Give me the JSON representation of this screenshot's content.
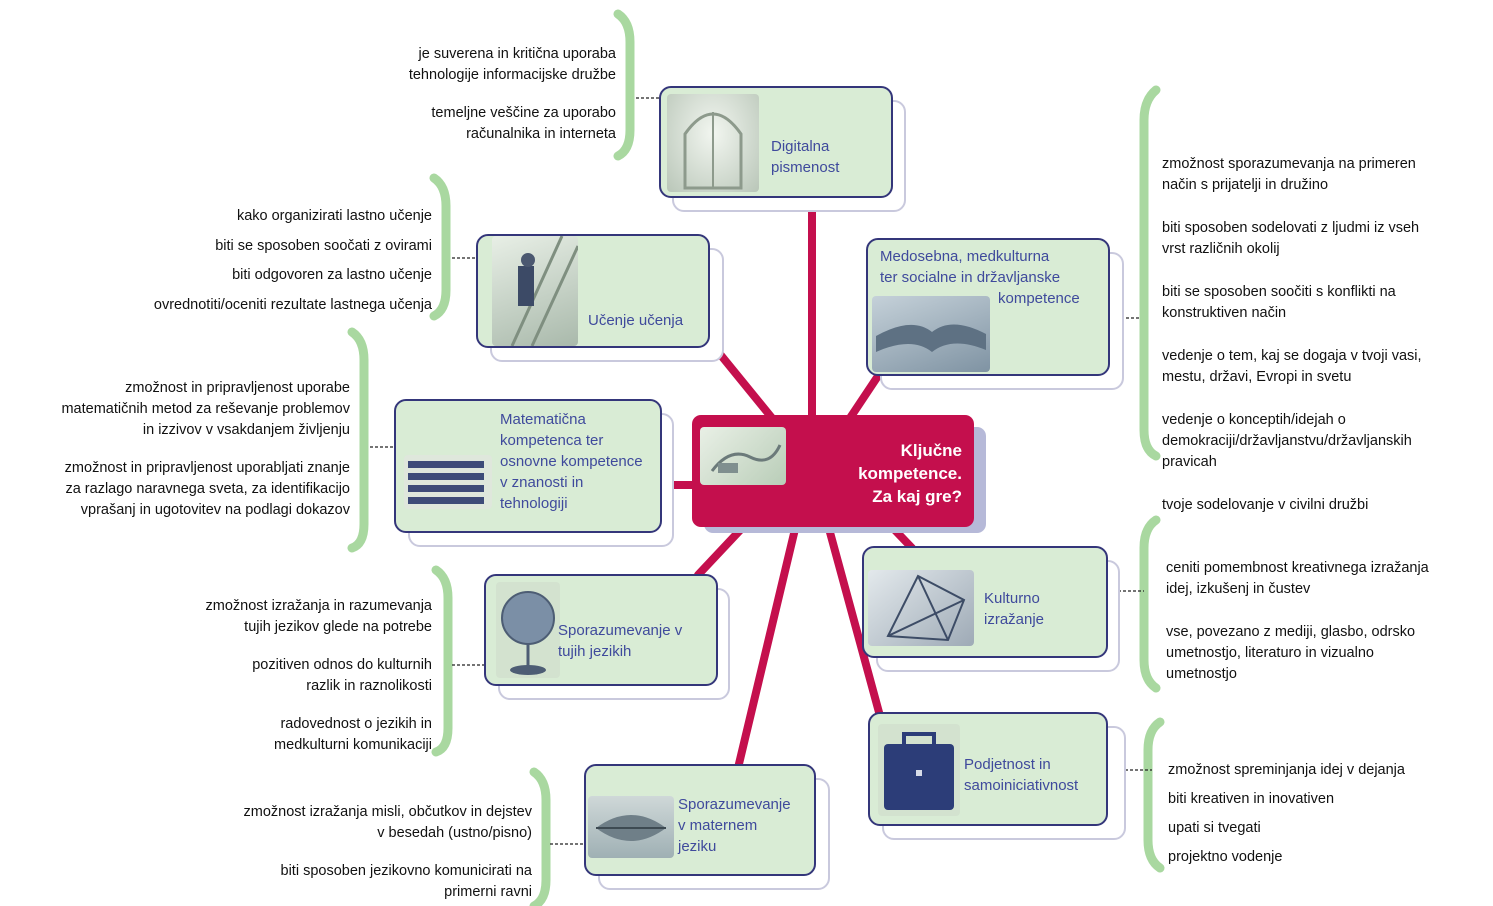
{
  "hub": {
    "line1": "Ključne",
    "line2": "kompetence.",
    "line3": "Za kaj gre?"
  },
  "colors": {
    "hub": "#c40f4d",
    "connector": "#c40f4d",
    "node_fill": "#d9ecd5",
    "node_border": "#34367a",
    "bracket": "#a9d8a0",
    "label": "#3f4a9c"
  },
  "nodes": {
    "digital": {
      "l1": "Digitalna",
      "l2": "pismenost",
      "points": [
        "je suverena in kritična uporaba",
        "tehnologije informacijske družbe",
        "temeljne veščine za uporabo",
        "računalnika in interneta"
      ]
    },
    "learning": {
      "label": "Učenje učenja",
      "points": [
        "kako organizirati lastno učenje",
        "biti se sposoben soočati z ovirami",
        "biti odgovoren za lastno učenje",
        "ovrednotiti/oceniti rezultate lastnega učenja"
      ]
    },
    "math": {
      "l1": "Matematična",
      "l2": "kompetenca ter",
      "l3": "osnovne kompetence",
      "l4": "v znanosti in",
      "l5": "tehnologiji",
      "points": [
        "zmožnost in pripravljenost uporabe",
        "matematičnih metod za reševanje problemov",
        "in izzivov v vsakdanjem življenju",
        "zmožnost in pripravljenost uporabljati znanje",
        "za razlago naravnega sveta, za identifikacijo",
        "vprašanj in ugotovitev na podlagi dokazov"
      ]
    },
    "foreign": {
      "l1": "Sporazumevanje v",
      "l2": "tujih jezikih",
      "points": [
        "zmožnost izražanja in razumevanja",
        "tujih jezikov glede na potrebe",
        "pozitiven odnos do kulturnih",
        "razlik in raznolikosti",
        "radovednost o jezikih in",
        "medkulturni komunikaciji"
      ]
    },
    "mother": {
      "l1": "Sporazumevanje",
      "l2": "v maternem",
      "l3": "jeziku",
      "points": [
        "zmožnost izražanja misli, občutkov in dejstev",
        "v besedah (ustno/pisno)",
        "biti sposoben jezikovno komunicirati na",
        "primerni ravni"
      ]
    },
    "social": {
      "l1": "Medosebna, medkulturna",
      "l2": "ter socialne in državljanske",
      "l3": "kompetence",
      "points": [
        "zmožnost sporazumevanja na primeren",
        "način s prijatelji in družino",
        "biti sposoben sodelovati z ljudmi iz vseh",
        "vrst različnih okolij",
        "biti se sposoben soočiti s konflikti na",
        "konstruktiven način",
        "vedenje o tem, kaj se dogaja v tvoji vasi,",
        "mestu, državi, Evropi in svetu",
        "vedenje o konceptih/idejah o",
        "demokraciji/državljanstvu/državljanskih",
        "pravicah",
        "tvoje sodelovanje v civilni družbi"
      ]
    },
    "culture": {
      "l1": "Kulturno",
      "l2": "izražanje",
      "points": [
        "ceniti pomembnost kreativnega izražanja",
        "idej, izkušenj in čustev",
        "vse, povezano z mediji, glasbo, odrsko",
        "umetnostjo, literaturo in vizualno",
        "umetnostjo"
      ]
    },
    "entre": {
      "l1": "Podjetnost in",
      "l2": "samoiniciativnost",
      "points": [
        "zmožnost spreminjanja idej v dejanja",
        "biti kreativen in inovativen",
        "upati si tvegati",
        "projektno vodenje"
      ]
    }
  }
}
